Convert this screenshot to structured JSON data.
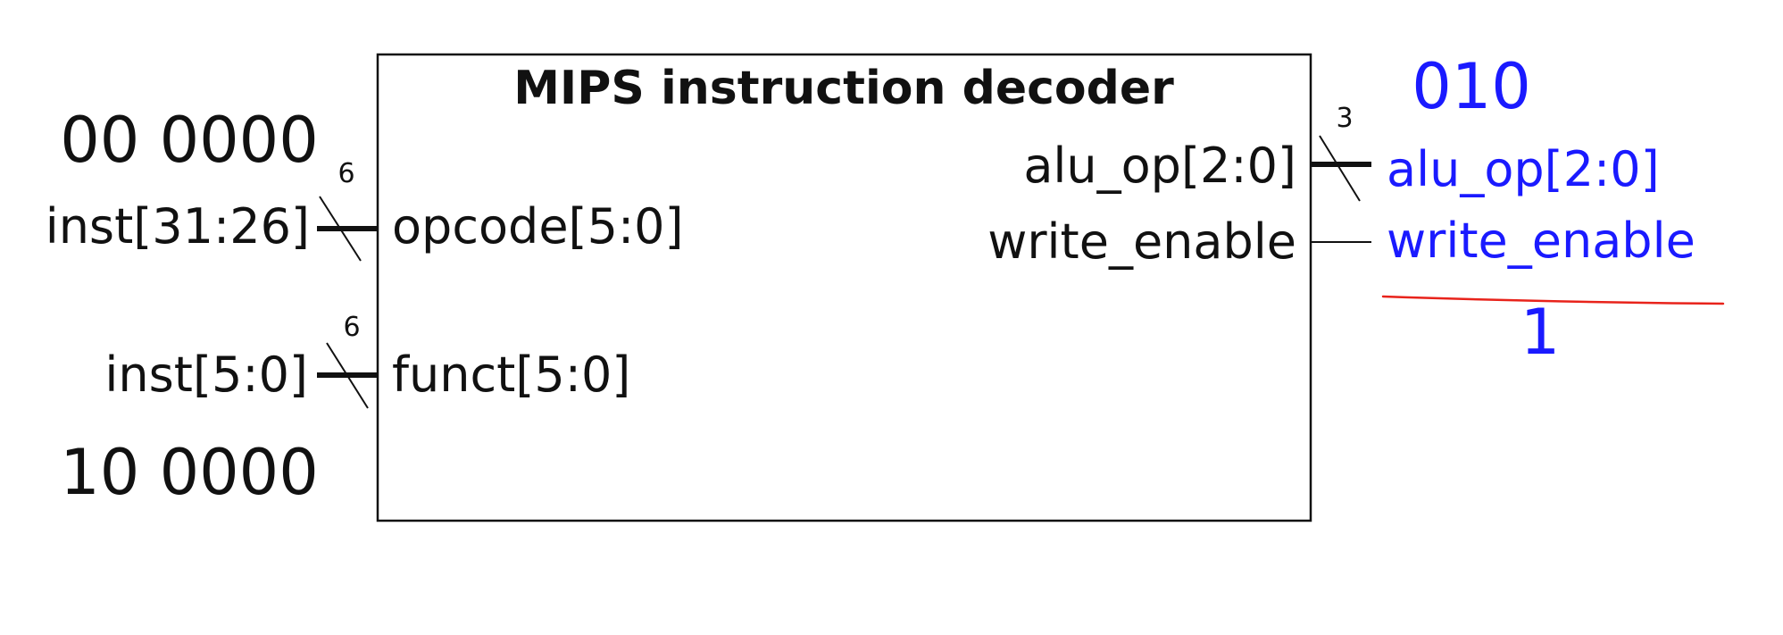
{
  "block": {
    "title": "MIPS instruction decoder"
  },
  "inputs": [
    {
      "signal": "inst[31:26]",
      "port": "opcode[5:0]",
      "width": "6",
      "value": "00 0000"
    },
    {
      "signal": "inst[5:0]",
      "port": "funct[5:0]",
      "width": "6",
      "value": "10 0000"
    }
  ],
  "outputs": [
    {
      "port": "alu_op[2:0]",
      "signal": "alu_op[2:0]",
      "width": "3",
      "value": "010"
    },
    {
      "port": "write_enable",
      "signal": "write_enable",
      "value": "1"
    }
  ],
  "colors": {
    "ink": "#111111",
    "annotation_blue": "#1a1aff",
    "underline_red": "#e8231b"
  }
}
